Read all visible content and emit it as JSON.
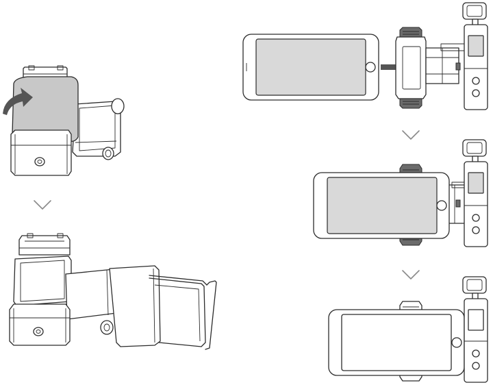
{
  "diagram": {
    "steps_left": [
      "unfold-holder",
      "holder-unfolded"
    ],
    "steps_right": [
      "slide-phone-into-holder",
      "phone-clamped",
      "phone-mounted-with-camera"
    ],
    "colors": {
      "line": "#2b2b2b",
      "shade": "#c8c8c8",
      "arrow": "#555555",
      "chevron": "#8a8a8a"
    },
    "icons": [
      "curved-arrow-icon",
      "right-arrow-icon",
      "chevron-down-icon"
    ]
  }
}
